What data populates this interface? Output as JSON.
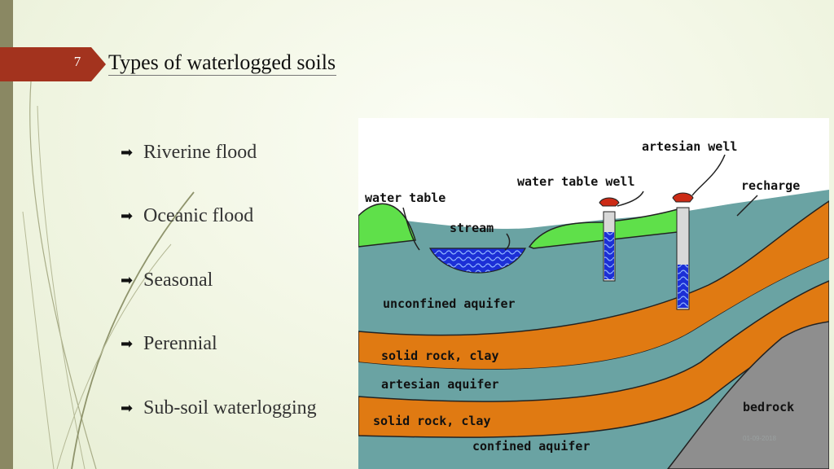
{
  "slide": {
    "number": "7",
    "title": "Types of waterlogged soils",
    "date": "01-09-2018"
  },
  "bullets": [
    {
      "label": "Riverine flood",
      "icon": "arrow-right-icon"
    },
    {
      "label": "Oceanic flood",
      "icon": "arrow-right-icon"
    },
    {
      "label": "Seasonal",
      "icon": "arrow-right-icon"
    },
    {
      "label": "Perennial",
      "icon": "arrow-right-icon"
    },
    {
      "label": "Sub-soil waterlogging",
      "icon": "arrow-right-icon"
    }
  ],
  "diagram": {
    "labels": {
      "water_table": "water table",
      "stream": "stream",
      "water_table_well": "water table well",
      "artesian_well": "artesian well",
      "recharge": "recharge",
      "unconfined_aquifer": "unconfined aquifer",
      "solid_rock_clay_1": "solid rock, clay",
      "artesian_aquifer": "artesian aquifer",
      "solid_rock_clay_2": "solid rock, clay",
      "bedrock": "bedrock",
      "confined_aquifer": "confined aquifer"
    },
    "colors": {
      "sky": "#ffffff",
      "grass": "#5fe04a",
      "aquifer": "#6aa3a3",
      "clay": "#e07a12",
      "bedrock": "#8e8e8e",
      "water": "#1c2fd6",
      "pump": "#cc2b16"
    }
  },
  "colors": {
    "accent": "#a3331e",
    "sidebar": "#8a8863"
  }
}
